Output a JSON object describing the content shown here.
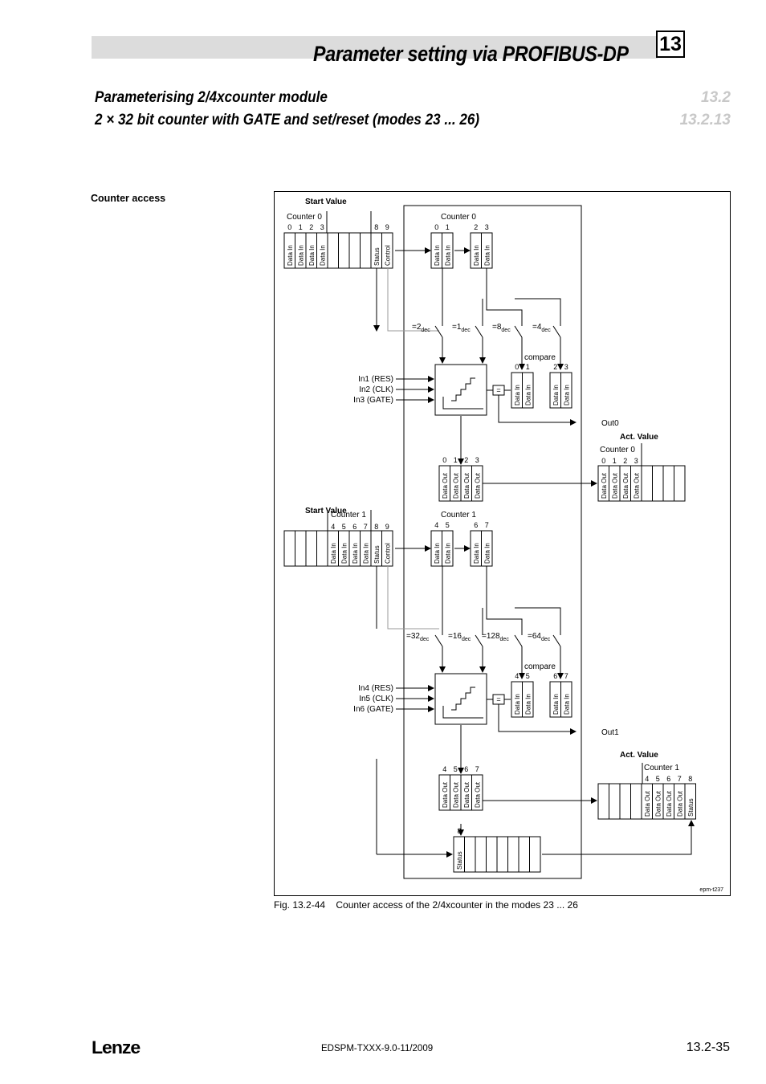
{
  "header": {
    "chapter_title": "Parameter setting via PROFIBUS-DP",
    "chapter_number": "13"
  },
  "sections": [
    {
      "title": "Parameterising 2/4xcounter module",
      "number": "13.2"
    },
    {
      "title": "2 × 32 bit counter with GATE and set/reset (modes 23 ... 26)",
      "number": "13.2.13"
    }
  ],
  "side_label": "Counter access",
  "diagram": {
    "start_value": "Start Value",
    "act_value": "Act. Value",
    "counter0": "Counter 0",
    "counter1": "Counter 1",
    "data_in": "Data In",
    "data_out": "Data Out",
    "status": "Status",
    "control": "Control",
    "compare": "compare",
    "eq": "=",
    "dec": "dec",
    "out0": "Out0",
    "out1": "Out1",
    "inputs0": [
      "In1 (RES)",
      "In2 (CLK)",
      "In3 (GATE)"
    ],
    "inputs1": [
      "In4 (RES)",
      "In5 (CLK)",
      "In6 (GATE)"
    ],
    "switches0": [
      "=2",
      "=1",
      "=8",
      "=4"
    ],
    "switches1": [
      "=32",
      "=16",
      "=128",
      "=64"
    ],
    "tag": "epm-t237"
  },
  "caption": "Fig. 13.2-44    Counter access of the 2/4xcounter in the modes 23 ... 26",
  "footer": {
    "logo": "Lenze",
    "doc_id": "EDSPM-TXXX-9.0-11/2009",
    "page": "13.2-35"
  }
}
